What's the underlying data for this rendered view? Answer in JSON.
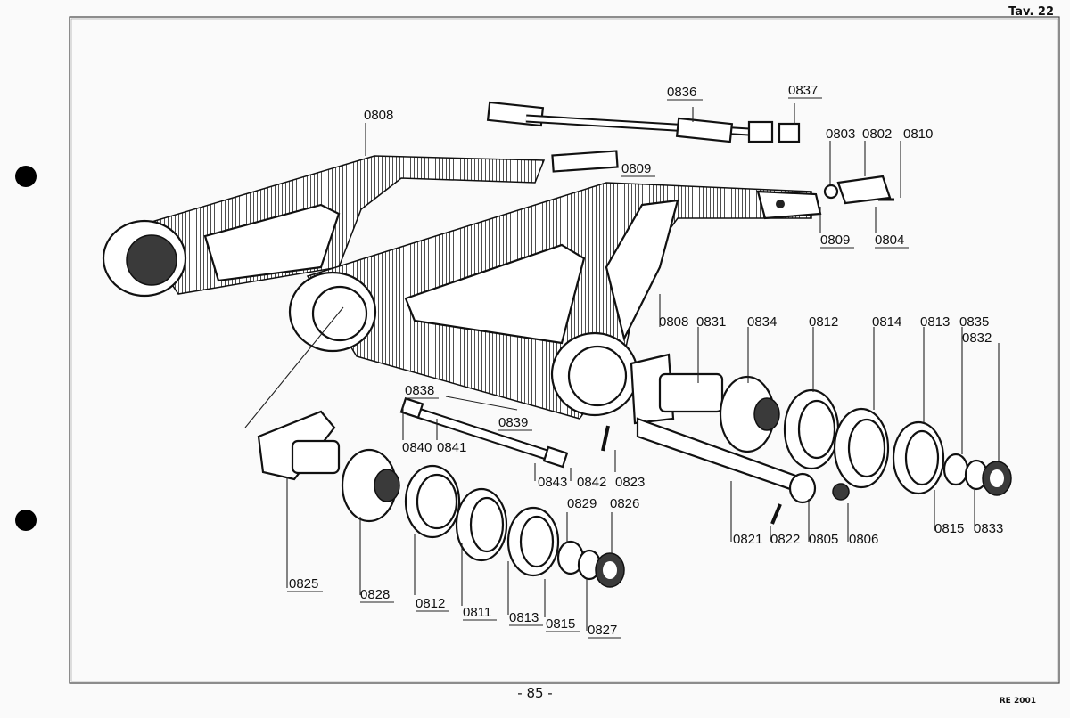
{
  "page": {
    "plate": "Tav. 22",
    "page_number": "- 85 -",
    "doc_code": "RE 2001"
  },
  "callouts": [
    "0808",
    "0836",
    "0837",
    "0803",
    "0802",
    "0810",
    "0809",
    "0809",
    "0804",
    "0808",
    "0831",
    "0834",
    "0812",
    "0814",
    "0813",
    "0835",
    "0832",
    "0838",
    "0839",
    "0840",
    "0841",
    "0843",
    "0842",
    "0823",
    "0825",
    "0828",
    "0812",
    "0811",
    "0813",
    "0815",
    "0827",
    "0829",
    "0826",
    "0821",
    "0822",
    "0805",
    "0806",
    "0815",
    "0833"
  ]
}
